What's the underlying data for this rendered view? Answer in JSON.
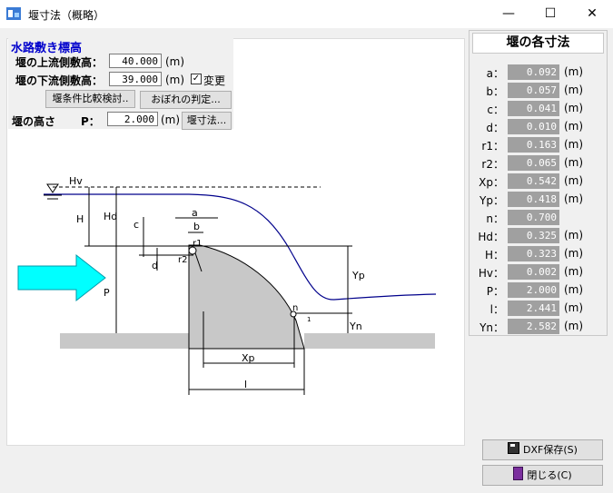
{
  "window": {
    "title": "堰寸法（概略）",
    "minimize_glyph": "—",
    "maximize_glyph": "☐",
    "close_glyph": "✕"
  },
  "input_panel": {
    "title": "水路敷き標高",
    "upstream_label": "堰の上流側敷高：",
    "upstream_value": "40.000",
    "upstream_unit": "(m)",
    "downstream_label": "堰の下流側敷高：",
    "downstream_value": "39.000",
    "downstream_unit": "(m)",
    "change_checked": true,
    "change_label": "変更",
    "compare_button": "堰条件比較検討..",
    "overflow_button": "おぼれの判定...",
    "height_label": "堰の高さ",
    "p_label": "P：",
    "height_value": "2.000",
    "height_unit": "(m)",
    "dimension_button": "堰寸法..."
  },
  "diagram": {
    "labels": {
      "hv": "Hv",
      "h": "H",
      "hd": "Hd",
      "a": "a",
      "b": "b",
      "c": "c",
      "d": "d",
      "r1": "r1",
      "r2": "r2",
      "p": "P",
      "yp": "Yp",
      "n": "n",
      "yn": "Yn",
      "xp": "Xp",
      "l": "l",
      "small1": "1"
    },
    "colors": {
      "water_line": "#00008b",
      "arrow_fill": "#00ffff",
      "weir_fill": "#c8c8c8",
      "ground_fill": "#c8c8c8"
    }
  },
  "results": {
    "header": "堰の各寸法",
    "rows": [
      {
        "label": "a：",
        "value": "0.092",
        "unit": "(m)"
      },
      {
        "label": "b：",
        "value": "0.057",
        "unit": "(m)"
      },
      {
        "label": "c：",
        "value": "0.041",
        "unit": "(m)"
      },
      {
        "label": "d：",
        "value": "0.010",
        "unit": "(m)"
      },
      {
        "label": "r1：",
        "value": "0.163",
        "unit": "(m)"
      },
      {
        "label": "r2：",
        "value": "0.065",
        "unit": "(m)"
      },
      {
        "label": "Xp：",
        "value": "0.542",
        "unit": "(m)"
      },
      {
        "label": "Yp：",
        "value": "0.418",
        "unit": "(m)"
      },
      {
        "label": "n：",
        "value": "0.700",
        "unit": ""
      },
      {
        "label": "Hd：",
        "value": "0.325",
        "unit": "(m)"
      },
      {
        "label": "H：",
        "value": "0.323",
        "unit": "(m)"
      },
      {
        "label": "Hv：",
        "value": "0.002",
        "unit": "(m)"
      },
      {
        "label": "P：",
        "value": "2.000",
        "unit": "(m)"
      },
      {
        "label": "l：",
        "value": "2.441",
        "unit": "(m)"
      },
      {
        "label": "Yn：",
        "value": "2.582",
        "unit": "(m)"
      }
    ]
  },
  "buttons": {
    "dxf_save": "DXF保存(S)",
    "close": "閉じる(C)"
  }
}
